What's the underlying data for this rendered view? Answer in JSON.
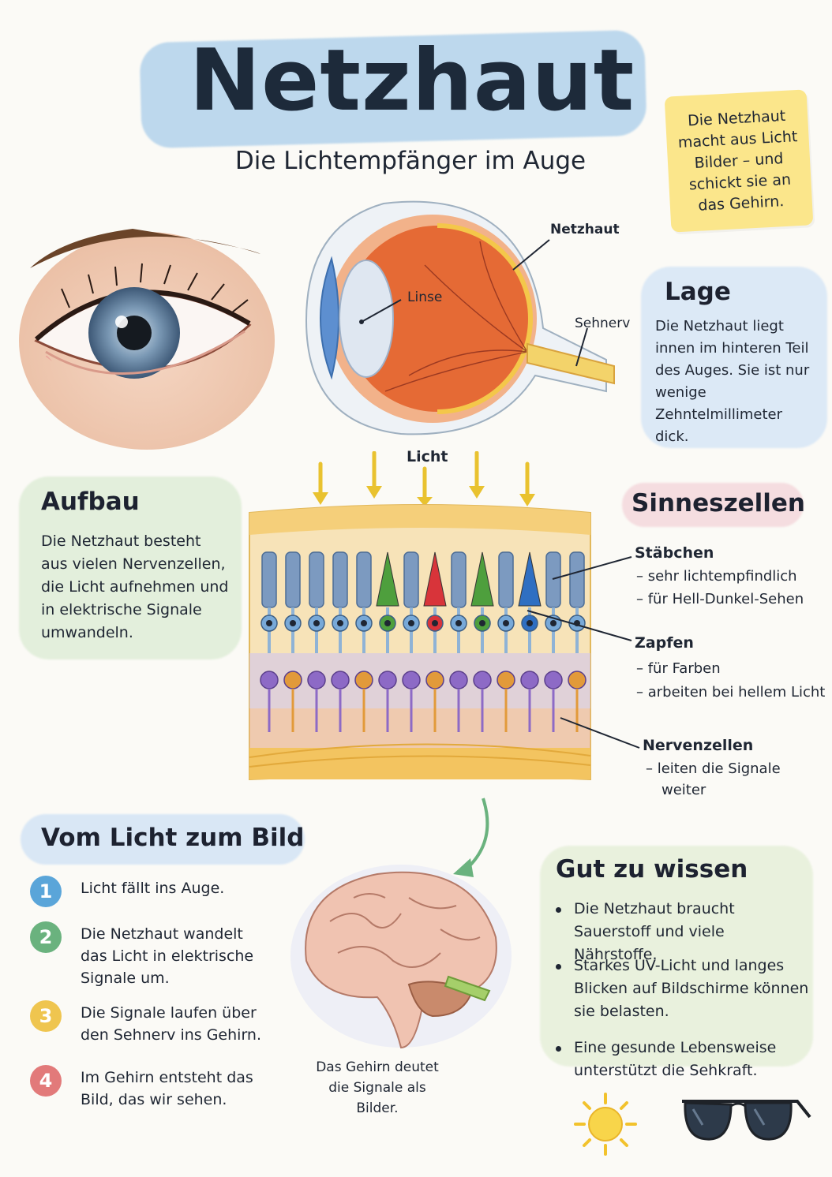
{
  "header": {
    "title": "Netzhaut",
    "subtitle": "Die Lichtempfänger im Auge",
    "note": "Die Netzhaut macht aus Licht Bilder – und schickt sie an das Gehirn."
  },
  "eye_diagram": {
    "labels": {
      "netzhaut": "Netzhaut",
      "linse": "Linse",
      "sehnerv": "Sehnerv"
    }
  },
  "lage": {
    "title": "Lage",
    "text": "Die Netzhaut liegt innen im hinteren Teil des Auges. Sie ist nur wenige Zehntelmillimeter dick."
  },
  "aufbau": {
    "title": "Aufbau",
    "text": "Die Netzhaut besteht aus vielen Nervenzellen, die Licht aufnehmen und in elektrische Signale umwandeln."
  },
  "retina": {
    "light_label": "Licht"
  },
  "sinneszellen": {
    "title": "Sinneszellen",
    "staebchen": {
      "name": "Stäbchen",
      "lines": [
        "– sehr lichtempfindlich",
        "– für Hell-Dunkel-Sehen"
      ]
    },
    "zapfen": {
      "name": "Zapfen",
      "lines": [
        "– für Farben",
        "– arbeiten bei hellem Licht"
      ]
    },
    "nervenzellen": {
      "name": "Nervenzellen",
      "lines": [
        "– leiten die Signale",
        "weiter"
      ]
    }
  },
  "steps": {
    "title": "Vom Licht zum Bild",
    "items": [
      {
        "num": "1",
        "text": "Licht fällt ins Auge.",
        "color": "#5aa5d9"
      },
      {
        "num": "2",
        "text": "Die Netzhaut wandelt das Licht in elektrische Signale um.",
        "color": "#6ab27e"
      },
      {
        "num": "3",
        "text": "Die Signale laufen über den Sehnerv ins Gehirn.",
        "color": "#efc54f"
      },
      {
        "num": "4",
        "text": "Im Gehirn entsteht das Bild, das wir sehen.",
        "color": "#e27a7a"
      }
    ]
  },
  "brain": {
    "caption": "Das Gehirn deutet die Signale als Bilder."
  },
  "wissen": {
    "title": "Gut zu wissen",
    "items": [
      "Die Netzhaut braucht Sauerstoff und viele Nährstoffe.",
      "Starkes UV-Licht und langes Blicken auf Bildschirme können sie belasten.",
      "Eine gesunde Lebensweise unterstützt die Sehkraft."
    ]
  },
  "colors": {
    "title_wash": "#a9cdea",
    "note_bg": "#fbe68b",
    "lage_wash": "#dce9f6",
    "aufbau_wash": "#e3efdc",
    "sinnes_wash": "#f5dde0",
    "steps_wash": "#d9e7f5",
    "wissen_wash": "#e5efd8"
  },
  "icons": [
    "eye-photo",
    "eye-cross-section",
    "retina-layers",
    "brain",
    "sun-icon",
    "sunglasses-icon"
  ]
}
